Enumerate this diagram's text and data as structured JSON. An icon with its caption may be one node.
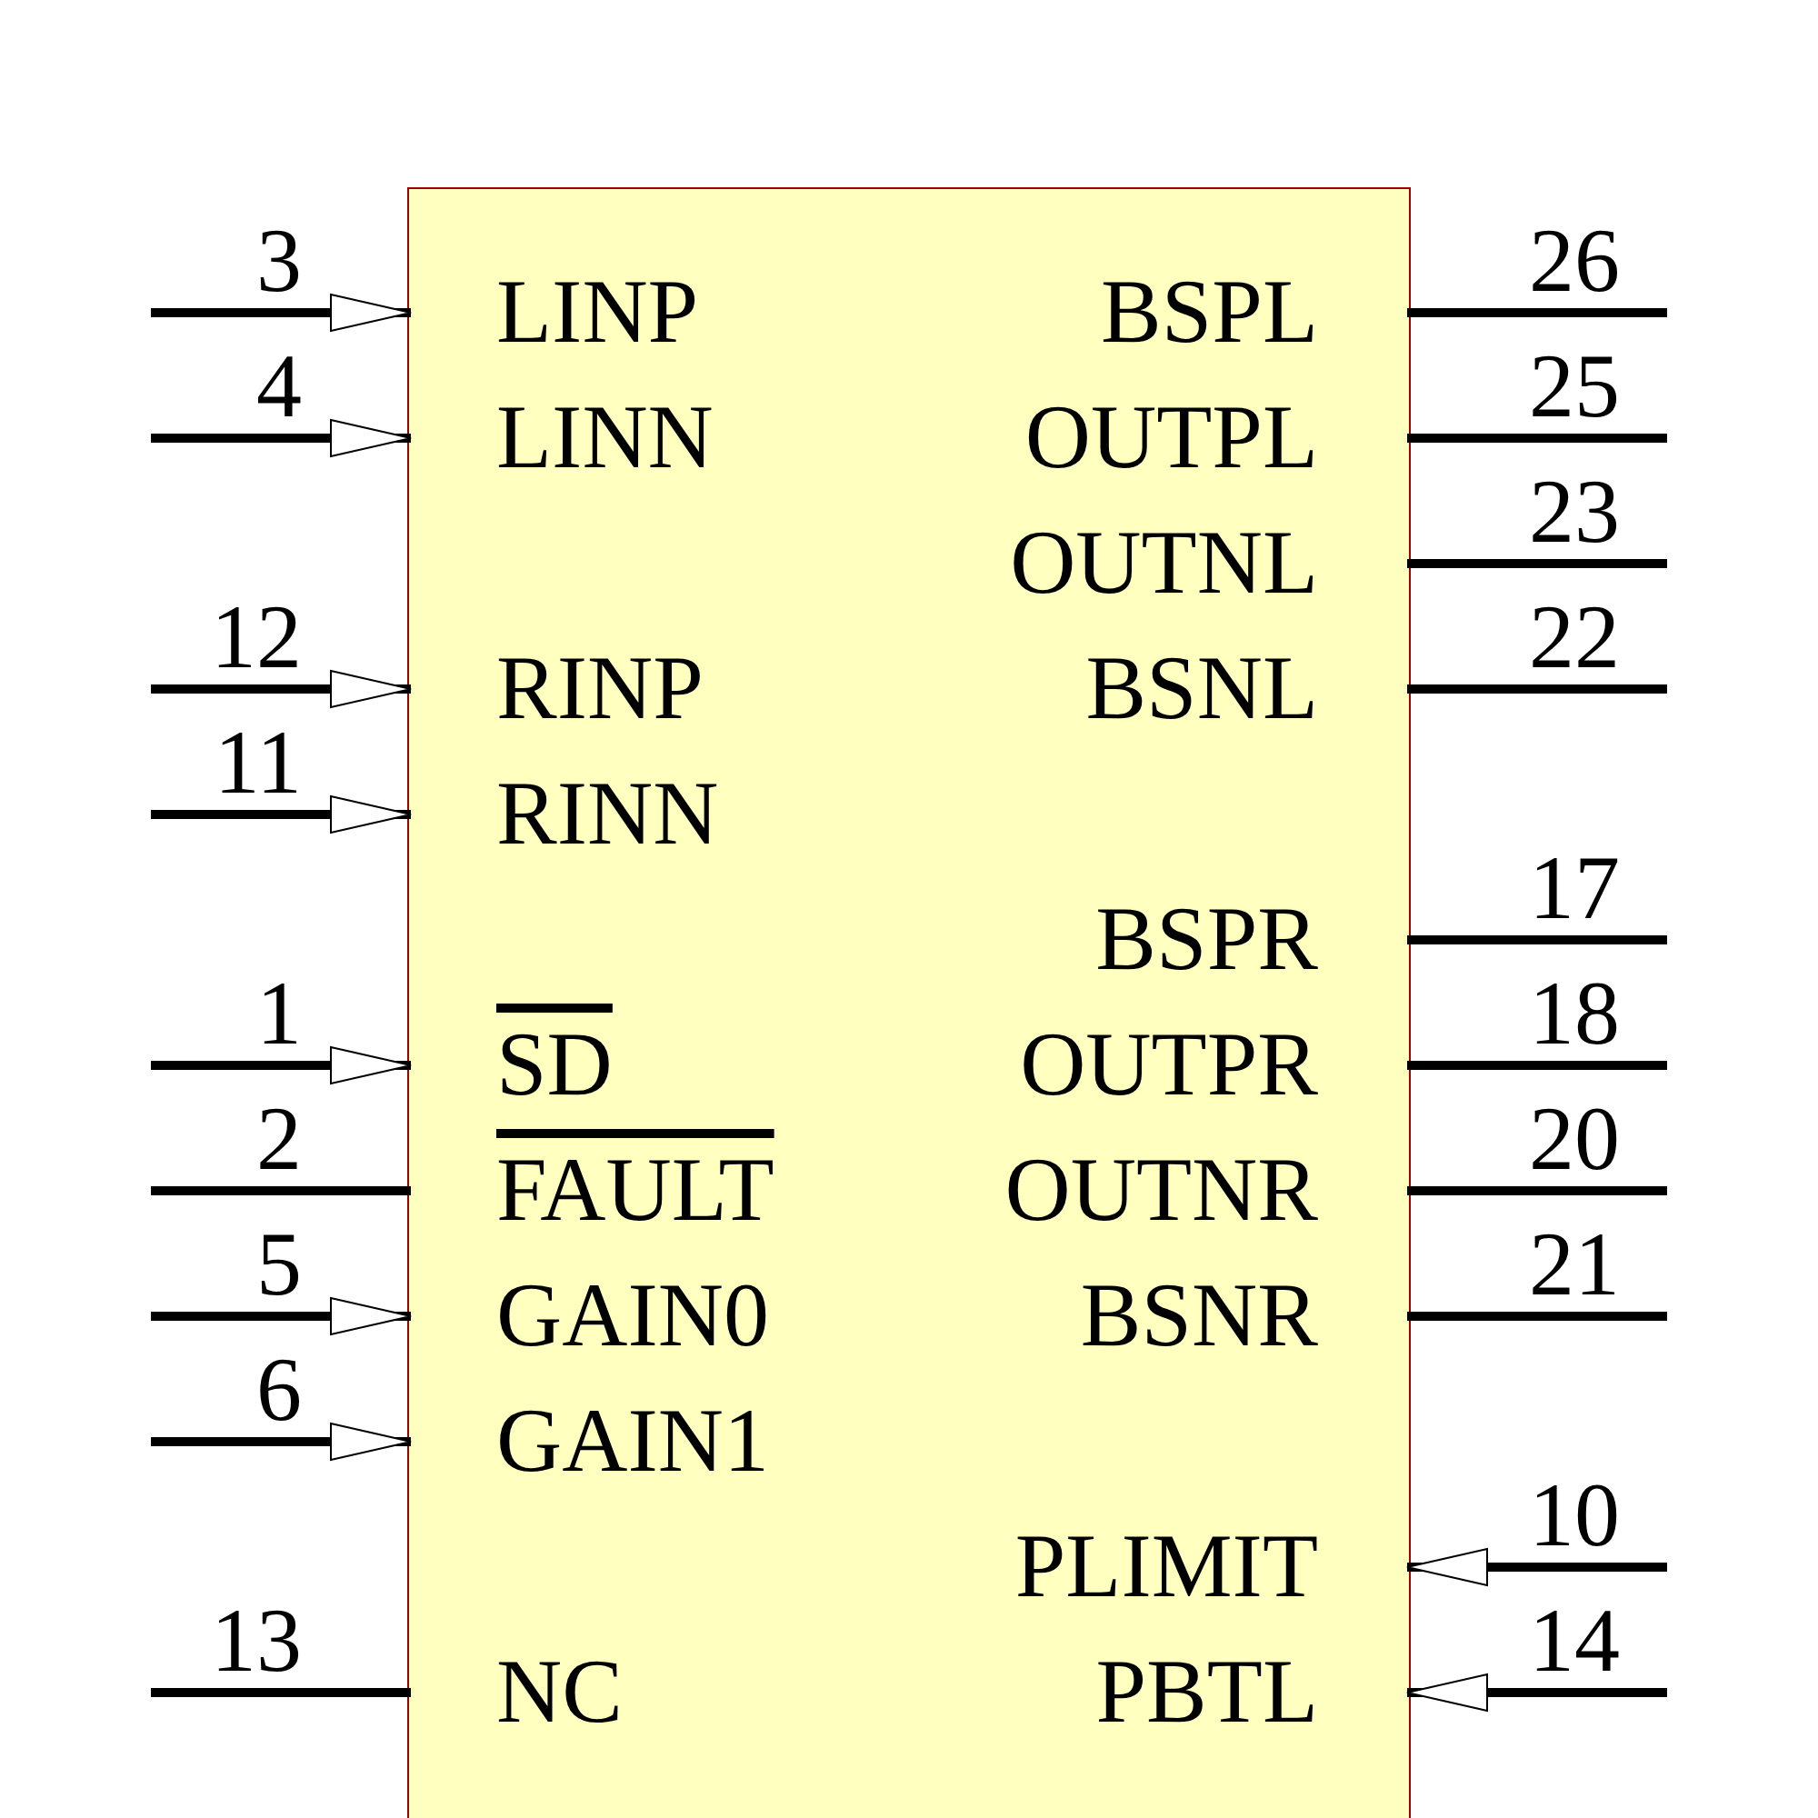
{
  "diagram": {
    "nodes": [
      {
        "text": [],
        "shape": "box"
      },
      {
        "text": [
          "LINP"
        ],
        "in": 0
      },
      {
        "text": [
          "LINN"
        ],
        "in": 0
      },
      {
        "text": [
          "RINP"
        ],
        "in": 0
      },
      {
        "text": [
          "RINN"
        ],
        "in": 0
      },
      {
        "text": [
          "SD"
        ],
        "in": 0
      },
      {
        "text": [
          "FAULT"
        ],
        "in": 0
      },
      {
        "text": [
          "GAIN0"
        ],
        "in": 0
      },
      {
        "text": [
          "GAIN1"
        ],
        "in": 0
      },
      {
        "text": [
          "NC"
        ],
        "in": 0
      },
      {
        "text": [
          "BSPL"
        ],
        "in": 0
      },
      {
        "text": [
          "OUTPL"
        ],
        "in": 0
      },
      {
        "text": [
          "OUTNL"
        ],
        "in": 0
      },
      {
        "text": [
          "BSNL"
        ],
        "in": 0
      },
      {
        "text": [
          "BSPR"
        ],
        "in": 0
      },
      {
        "text": [
          "OUTPR"
        ],
        "in": 0
      },
      {
        "text": [
          "OUTNR"
        ],
        "in": 0
      },
      {
        "text": [
          "BSNR"
        ],
        "in": 0
      },
      {
        "text": [
          "PLIMIT"
        ],
        "in": 0
      },
      {
        "text": [
          "PBTL"
        ],
        "in": 0
      }
    ],
    "edges": [
      {
        "from": null,
        "to": 1,
        "arrow": "to",
        "label": "3"
      },
      {
        "from": null,
        "to": 2,
        "arrow": "to",
        "label": "4"
      },
      {
        "from": null,
        "to": 3,
        "arrow": "to",
        "label": "12"
      },
      {
        "from": null,
        "to": 4,
        "arrow": "to",
        "label": "11"
      },
      {
        "from": null,
        "to": 5,
        "arrow": "to",
        "label": "1"
      },
      {
        "from": null,
        "to": 6,
        "arrow": "none",
        "label": "2"
      },
      {
        "from": null,
        "to": 7,
        "arrow": "to",
        "label": "5"
      },
      {
        "from": null,
        "to": 8,
        "arrow": "to",
        "label": "6"
      },
      {
        "from": null,
        "to": 9,
        "arrow": "none",
        "label": "13"
      },
      {
        "from": null,
        "to": 10,
        "arrow": "none",
        "label": "26"
      },
      {
        "from": null,
        "to": 11,
        "arrow": "none",
        "label": "25"
      },
      {
        "from": null,
        "to": 12,
        "arrow": "none",
        "label": "23"
      },
      {
        "from": null,
        "to": 13,
        "arrow": "none",
        "label": "22"
      },
      {
        "from": null,
        "to": 14,
        "arrow": "none",
        "label": "17"
      },
      {
        "from": null,
        "to": 15,
        "arrow": "none",
        "label": "18"
      },
      {
        "from": null,
        "to": 16,
        "arrow": "none",
        "label": "20"
      },
      {
        "from": null,
        "to": 17,
        "arrow": "none",
        "label": "21"
      },
      {
        "from": null,
        "to": 18,
        "arrow": "to",
        "label": "10"
      },
      {
        "from": null,
        "to": 19,
        "arrow": "to",
        "label": "14"
      }
    ]
  }
}
